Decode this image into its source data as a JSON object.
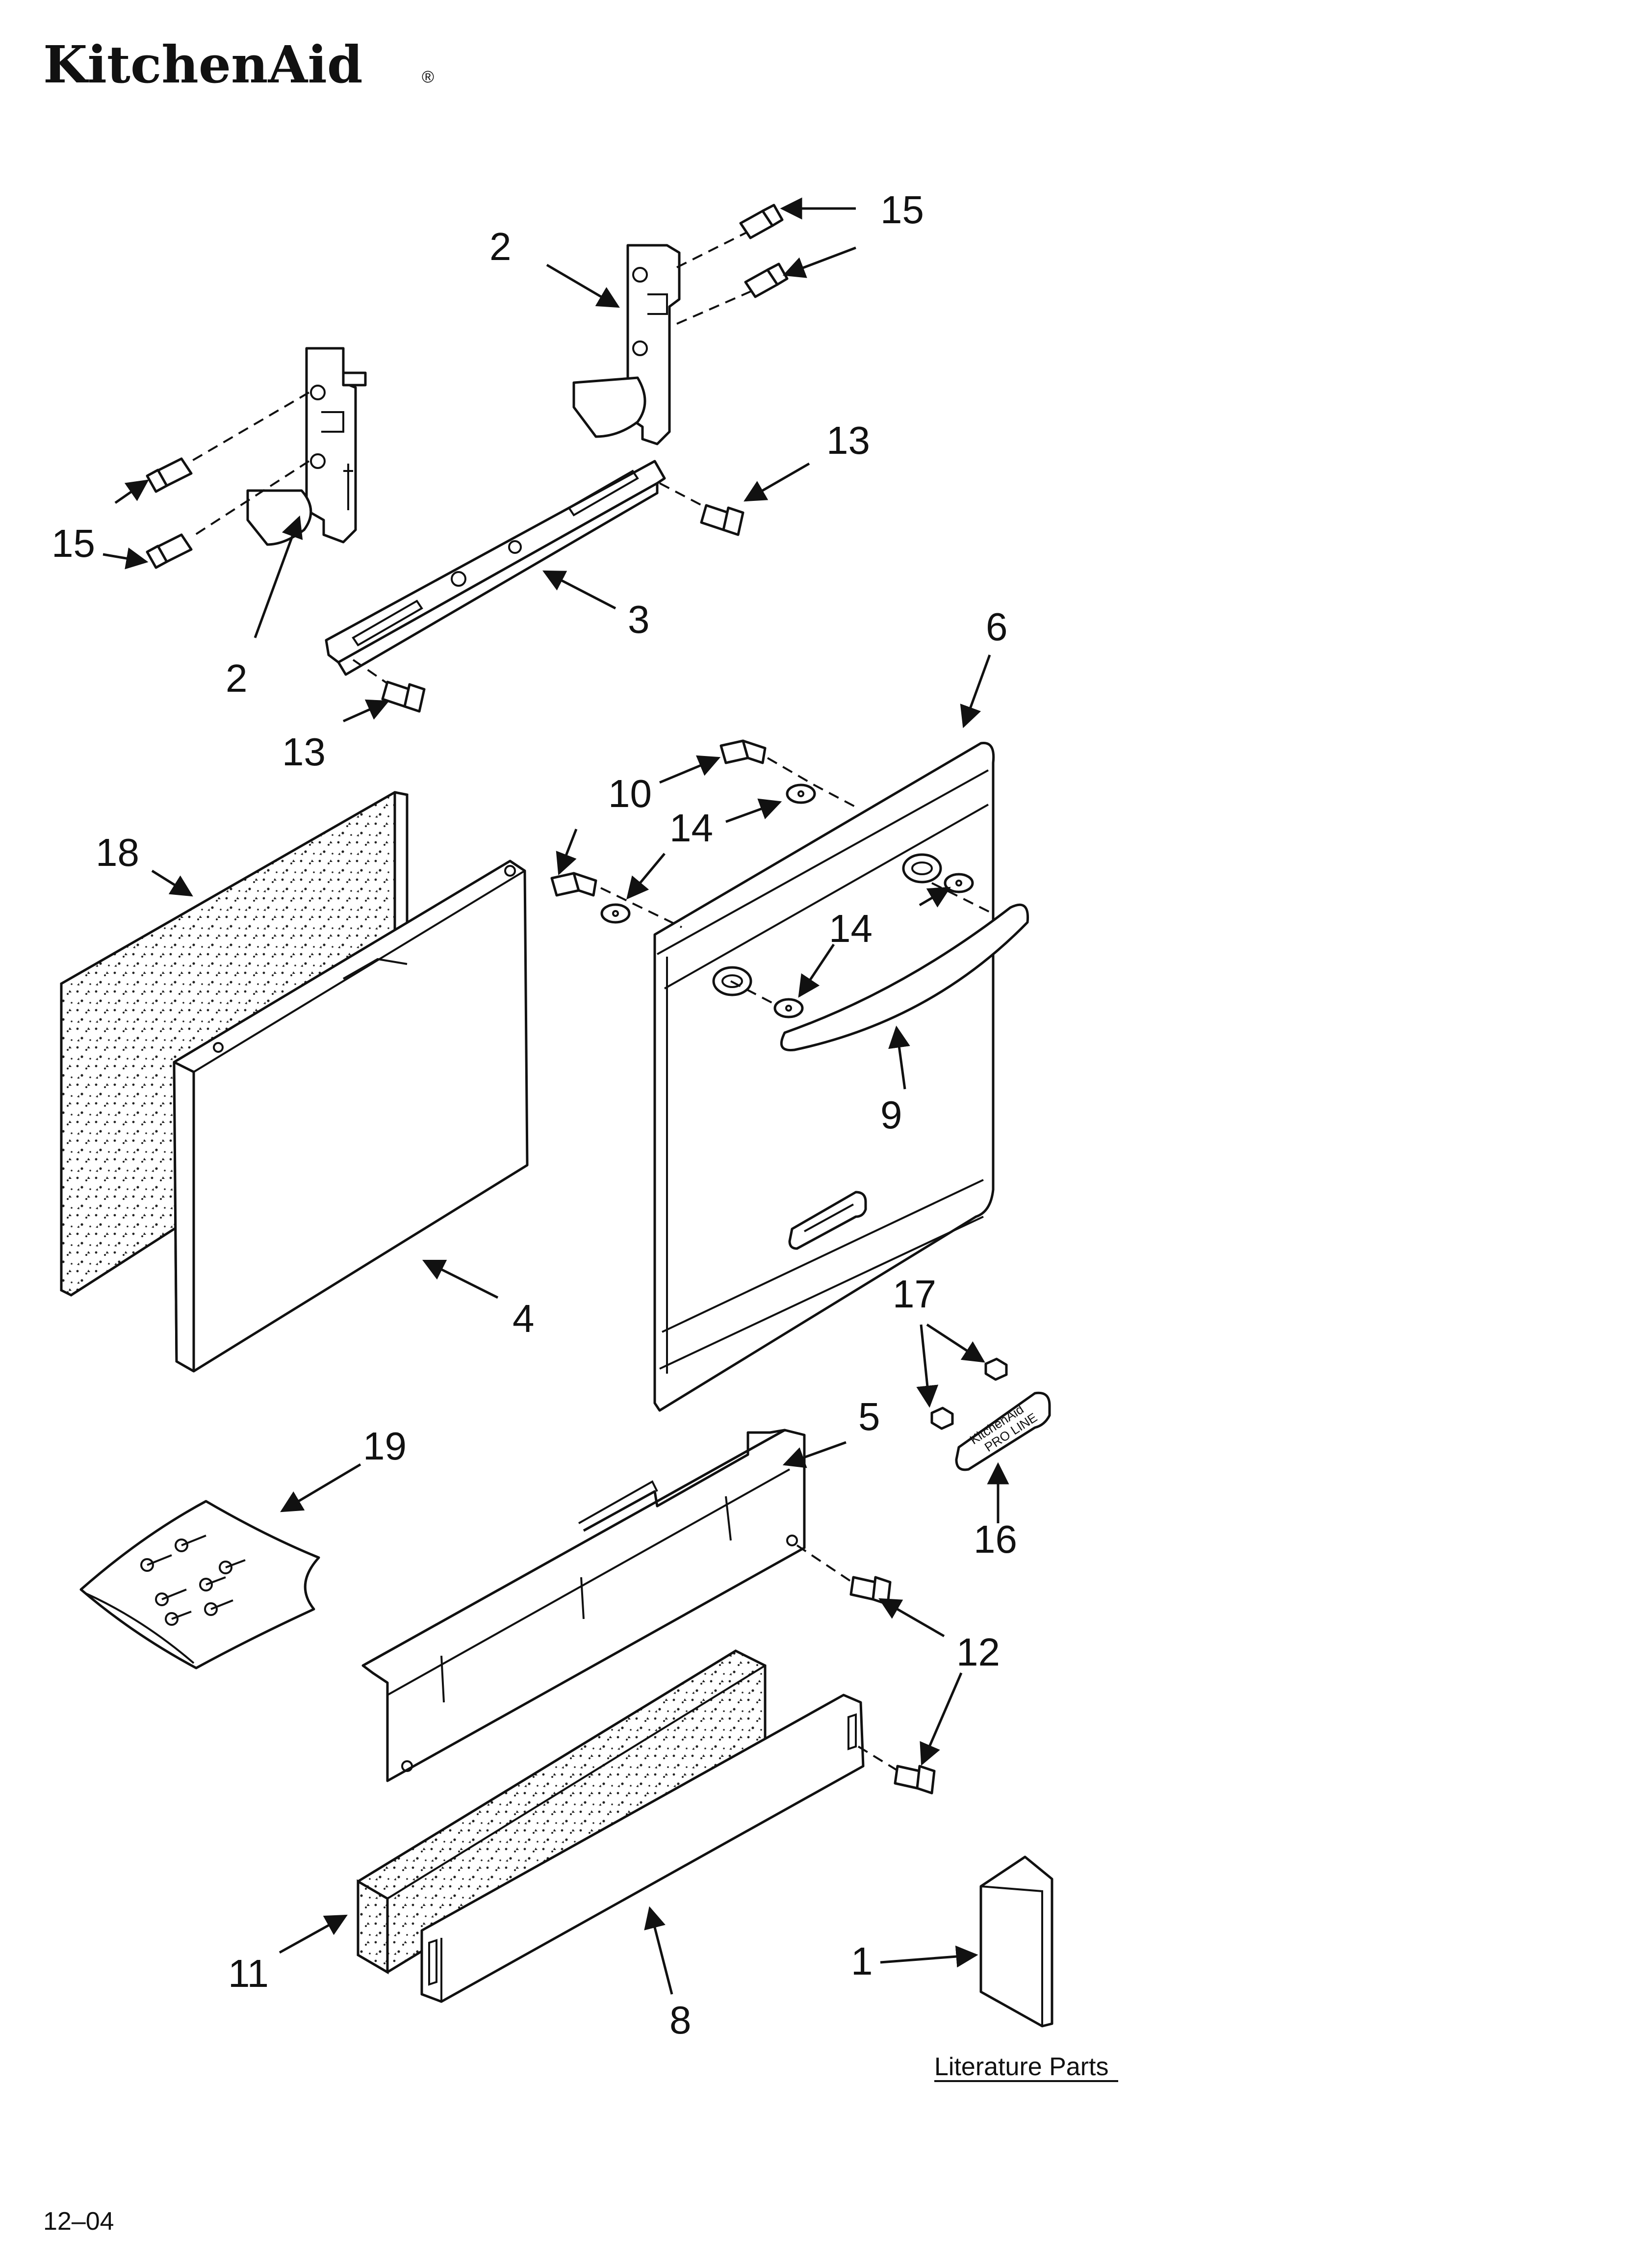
{
  "brand": {
    "name": "KitchenAid",
    "mark": "®"
  },
  "callouts": {
    "c1": "1",
    "c2a": "2",
    "c2b": "2",
    "c3": "3",
    "c4": "4",
    "c5": "5",
    "c6": "6",
    "c8": "8",
    "c9": "9",
    "c10": "10",
    "c11": "11",
    "c12": "12",
    "c13a": "13",
    "c13b": "13",
    "c14a": "14",
    "c14b": "14",
    "c15a": "15",
    "c15b": "15",
    "c16": "16",
    "c17": "17",
    "c18": "18",
    "c19": "19"
  },
  "nameplate": {
    "line1": "KitchenAid",
    "line2": "PRO LINE"
  },
  "literature_label": "Literature Parts",
  "revision": "12–04"
}
